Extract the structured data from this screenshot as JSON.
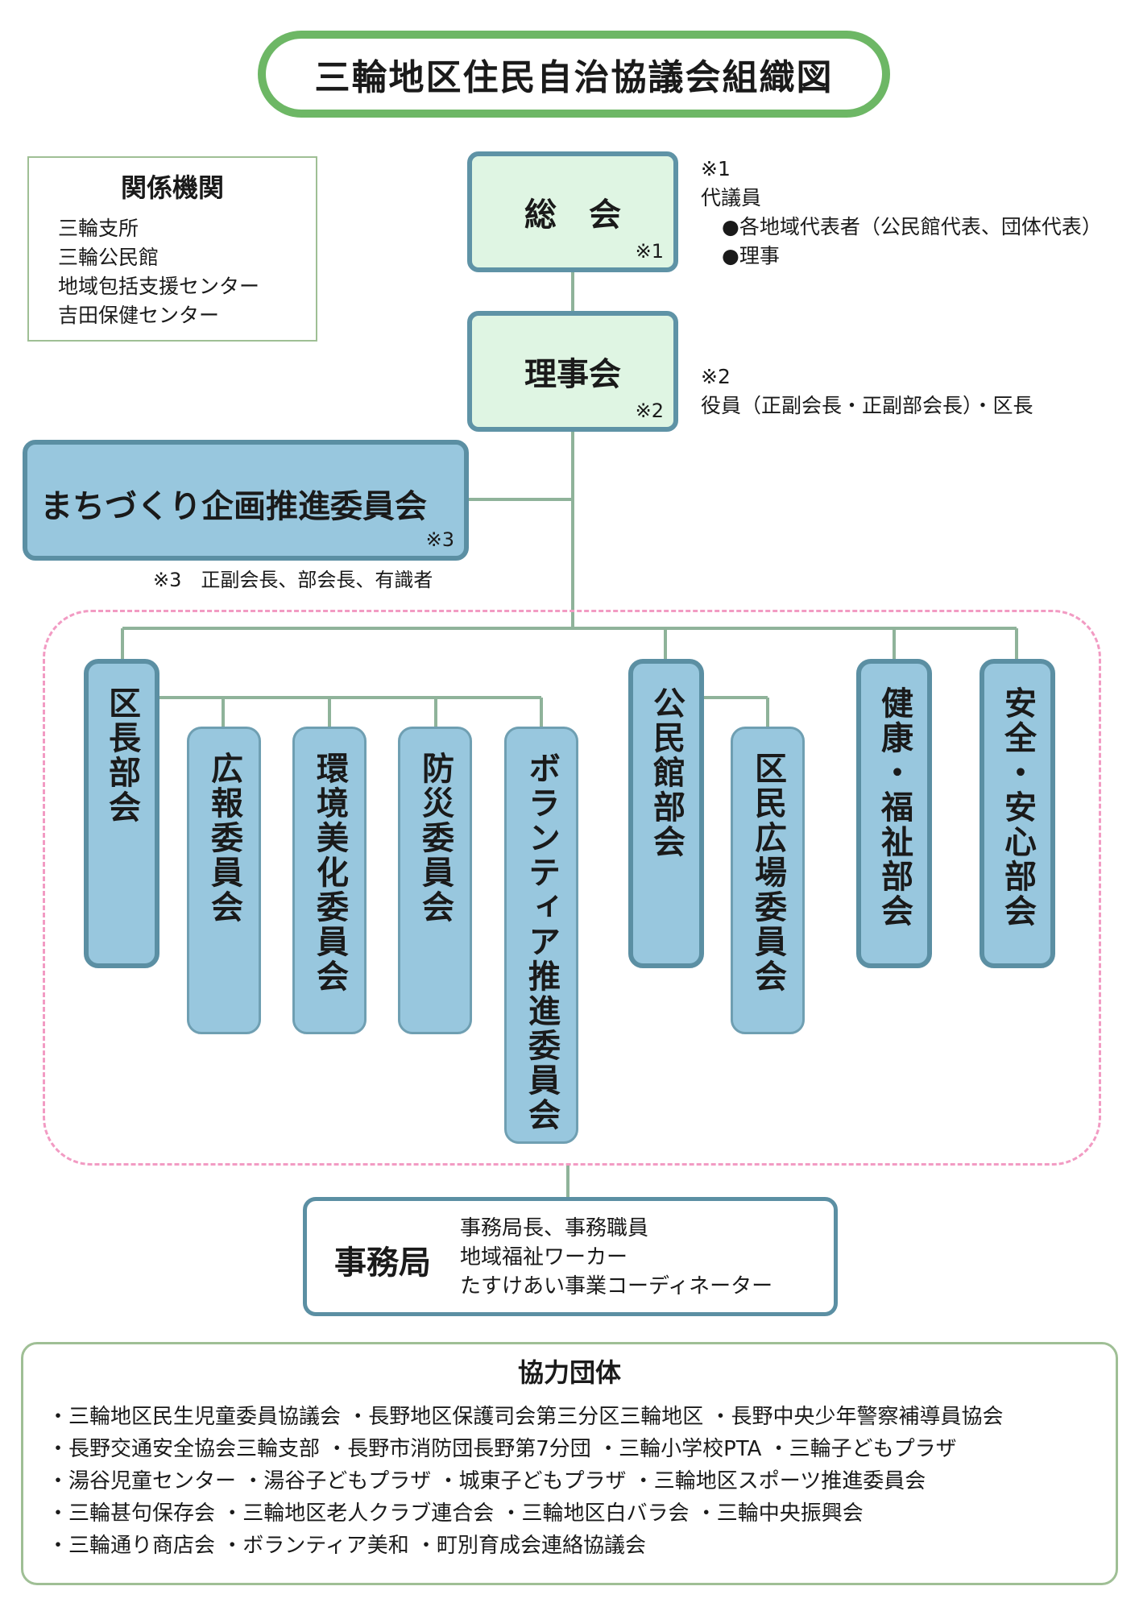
{
  "title": "三輪地区住民自治協議会組織図",
  "related": {
    "heading": "関係機関",
    "items": [
      "三輪支所",
      "三輪公民館",
      "地域包括支援センター",
      "吉田保健センター"
    ]
  },
  "general_meeting": {
    "label": "総　会",
    "mark": "※1"
  },
  "note1": {
    "mark": "※1",
    "line1": "代議員",
    "line2": "●各地域代表者（公民館代表、団体代表）",
    "line3": "●理事"
  },
  "board": {
    "label": "理事会",
    "mark": "※2"
  },
  "note2": {
    "mark": "※2",
    "line1": "役員（正副会長・正副部会長）・区長"
  },
  "planning": {
    "label": "まちづくり企画推進委員会",
    "mark": "※3",
    "note": "※3　正副会長、部会長、有識者"
  },
  "departments": {
    "ward": "区長部会",
    "pr": "広報委員会",
    "env": "環境美化委員会",
    "disaster": "防災委員会",
    "volunteer": "ボランティア推進委員会",
    "hall": "公民館部会",
    "plaza": "区民広場委員会",
    "health": "健康・福祉部会",
    "safety": "安全・安心部会"
  },
  "office": {
    "label": "事務局",
    "line1": "事務局長、事務職員",
    "line2": "地域福祉ワーカー",
    "line3": "たすけあい事業コーディネーター"
  },
  "partners": {
    "heading": "協力団体",
    "rows": [
      "・三輪地区民生児童委員協議会 ・長野地区保護司会第三分区三輪地区 ・長野中央少年警察補導員協会",
      "・長野交通安全協会三輪支部 ・長野市消防団長野第7分団 ・三輪小学校PTA ・三輪子どもプラザ",
      "・湯谷児童センター ・湯谷子どもプラザ ・城東子どもプラザ ・三輪地区スポーツ推進委員会",
      "・三輪甚句保存会 ・三輪地区老人クラブ連合会 ・三輪地区白バラ会 ・三輪中央振興会",
      "・三輪通り商店会 ・ボランティア美和 ・町別育成会連絡協議会"
    ]
  }
}
